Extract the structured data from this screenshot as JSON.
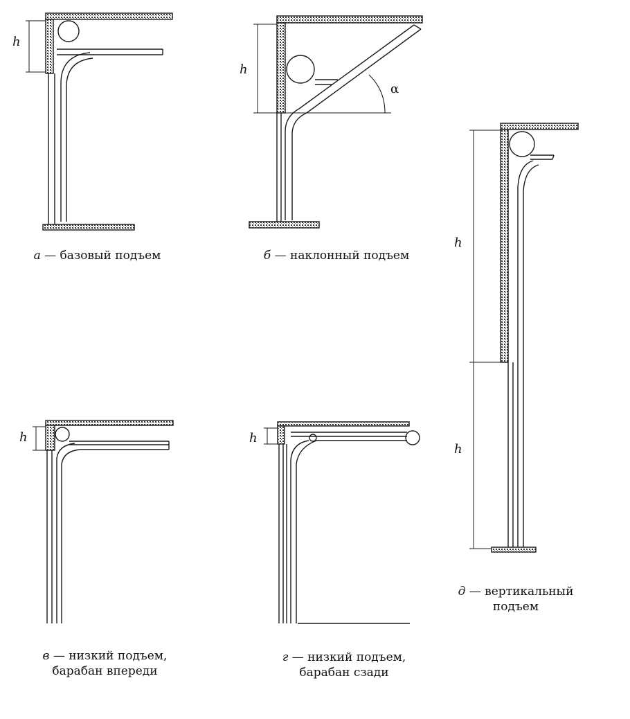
{
  "dimension_label": "h",
  "angle_label": "α",
  "captions": {
    "a": {
      "letter": "а",
      "dash": "—",
      "line1": "базовый подъем"
    },
    "b": {
      "letter": "б",
      "dash": "—",
      "line1": "наклонный подъем"
    },
    "v": {
      "letter": "в",
      "dash": "—",
      "line1": "низкий подъем,",
      "line2": "барабан впереди"
    },
    "g": {
      "letter": "г",
      "dash": "—",
      "line1": "низкий подъем,",
      "line2": "барабан сзади"
    },
    "d": {
      "letter": "д",
      "dash": "—",
      "line1": "вертикальный",
      "line2": "подъем"
    }
  },
  "colors": {
    "ink": "#1a1a1a",
    "hatch": "#555555",
    "paper": "#ffffff"
  }
}
